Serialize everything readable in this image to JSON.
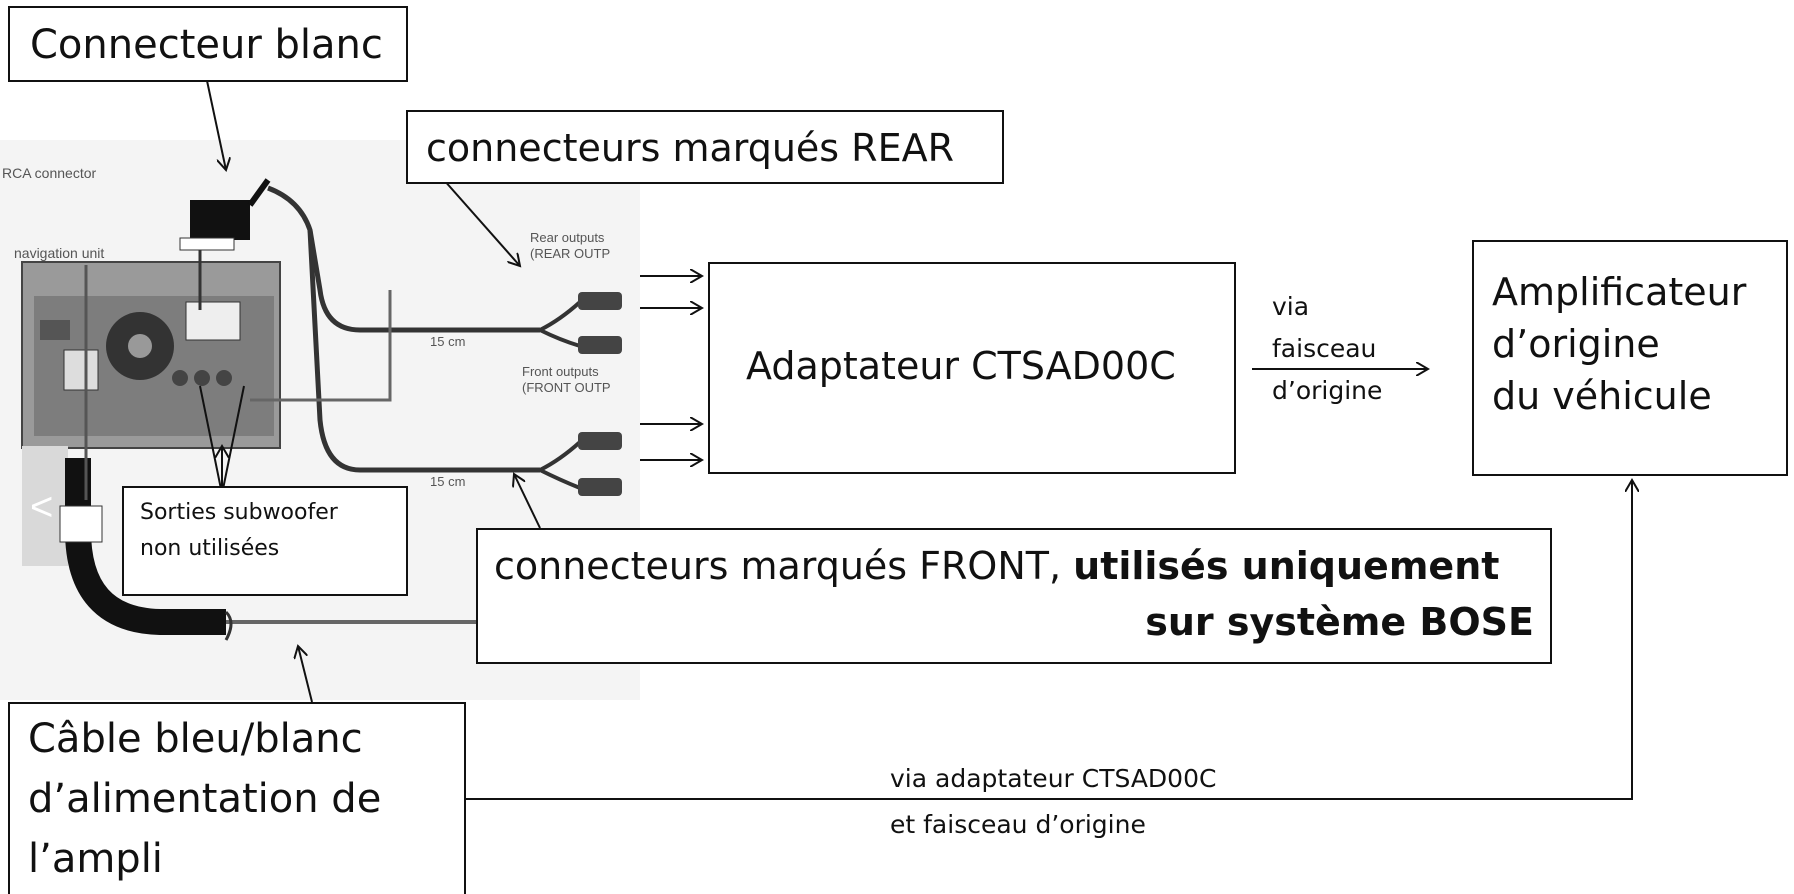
{
  "labels": {
    "white_connector": "Connecteur blanc",
    "rear_connectors": "connecteurs marqués REAR",
    "adapter": "Adaptateur CTSAD00C",
    "amplifier": [
      "Amplificateur",
      "d’origine",
      "du véhicule"
    ],
    "via_harness": [
      "via",
      "faisceau",
      "d’origine"
    ],
    "subwoofer": [
      "Sorties subwoofer",
      "non utilisées"
    ],
    "front_connectors_normal": "connecteurs marqués FRONT, ",
    "front_connectors_bold1": "utilisés uniquement",
    "front_connectors_bold2": "sur système BOSE",
    "power_cable": [
      "Câble bleu/blanc",
      "d’alimentation de",
      "l’ampli"
    ],
    "via_adapter": [
      "via adaptateur CTSAD00C",
      "et faisceau d’origine"
    ]
  },
  "photo_labels": {
    "rca": "RCA connector",
    "nav_unit": "navigation unit",
    "rear_outputs": [
      "Rear outputs",
      "(REAR OUTP"
    ],
    "front_outputs": [
      "Front outputs",
      "(FRONT OUTP"
    ],
    "length_1": "15 cm",
    "length_2": "15 cm"
  }
}
